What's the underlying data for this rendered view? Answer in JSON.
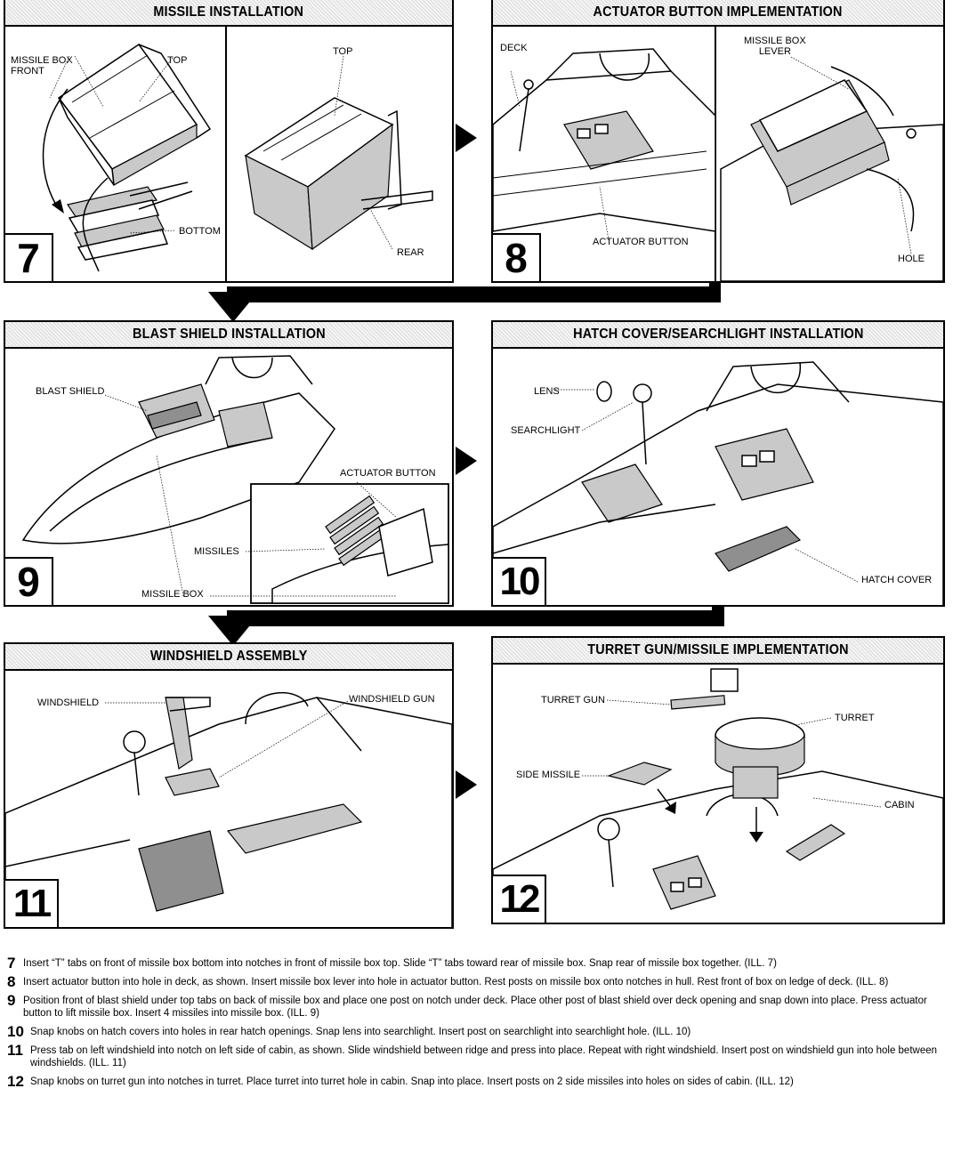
{
  "panels": [
    {
      "header": "MISSILE INSTALLATION",
      "step": "7",
      "labels": {
        "missile_box_front_1": "MISSILE BOX",
        "missile_box_front_2": "FRONT",
        "top_left": "TOP",
        "top_right": "TOP",
        "bottom": "BOTTOM",
        "rear": "REAR"
      }
    },
    {
      "header": "ACTUATOR BUTTON IMPLEMENTATION",
      "step": "8",
      "labels": {
        "deck": "DECK",
        "missile_box_lever_1": "MISSILE BOX",
        "missile_box_lever_2": "LEVER",
        "actuator_button": "ACTUATOR BUTTON",
        "hole": "HOLE"
      }
    },
    {
      "header": "BLAST SHIELD INSTALLATION",
      "step": "9",
      "labels": {
        "blast_shield": "BLAST SHIELD",
        "actuator_button": "ACTUATOR BUTTON",
        "missiles": "MISSILES",
        "missile_box": "MISSILE BOX"
      }
    },
    {
      "header": "HATCH COVER/SEARCHLIGHT INSTALLATION",
      "step": "10",
      "labels": {
        "lens": "LENS",
        "searchlight": "SEARCHLIGHT",
        "hatch_cover": "HATCH COVER"
      }
    },
    {
      "header": "WINDSHIELD ASSEMBLY",
      "step": "11",
      "labels": {
        "windshield": "WINDSHIELD",
        "windshield_gun": "WINDSHIELD GUN"
      }
    },
    {
      "header": "TURRET GUN/MISSILE IMPLEMENTATION",
      "step": "12",
      "labels": {
        "turret_gun": "TURRET GUN",
        "turret": "TURRET",
        "side_missile": "SIDE MISSILE",
        "cabin": "CABIN"
      }
    }
  ],
  "instructions": [
    {
      "num": "7",
      "text": "Insert “T” tabs on front of missile box bottom into notches in front of missile box top. Slide “T” tabs toward rear of missile box. Snap rear of missile box together. (ILL. 7)"
    },
    {
      "num": "8",
      "text": "Insert actuator button into hole in deck, as shown. Insert missile box lever into hole in actuator button. Rest posts on missile box onto notches in hull. Rest front of box on ledge of deck. (ILL. 8)"
    },
    {
      "num": "9",
      "text": "Position front of blast shield under top tabs on back of missile box and place one post on notch under deck. Place other post of blast shield over deck opening and snap down into place. Press actuator button to lift missile box. Insert 4 missiles into missile box. (ILL. 9)"
    },
    {
      "num": "10",
      "text": "Snap knobs on hatch covers into holes in rear hatch openings. Snap lens into searchlight. Insert post on searchlight into searchlight hole. (ILL. 10)"
    },
    {
      "num": "11",
      "text": "Press tab on left windshield into notch on left side of cabin, as shown. Slide windshield between ridge and press into place. Repeat with right windshield. Insert post on windshield gun into hole between windshields. (ILL. 11)"
    },
    {
      "num": "12",
      "text": "Snap knobs on turret gun into notches in turret. Place turret into turret hole in cabin. Snap into place. Insert posts on 2 side missiles into holes on sides of cabin. (ILL. 12)"
    }
  ]
}
